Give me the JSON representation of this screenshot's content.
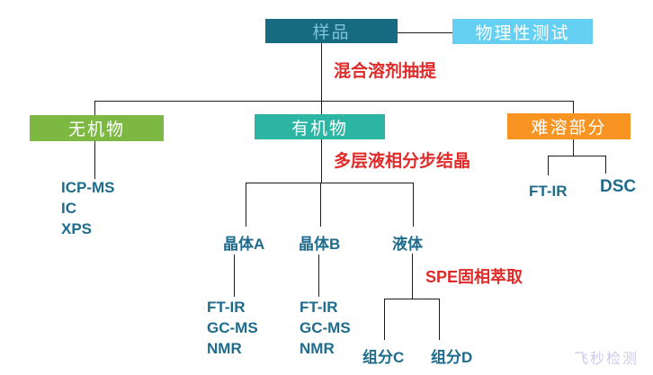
{
  "diagram": {
    "nodes": {
      "sample": "样品",
      "physical_test": "物理性测试",
      "inorganic": "无机物",
      "organic": "有机物",
      "insoluble": "难溶部分",
      "crystal_a": "晶体A",
      "crystal_b": "晶体B",
      "liquid": "液体",
      "component_c": "组分C",
      "component_d": "组分D"
    },
    "process_annotations": {
      "extraction": "混合溶剂抽提",
      "crystallization": "多层液相分步结晶",
      "spe": "SPE固相萃取"
    },
    "methods": {
      "inorganic": [
        "ICP-MS",
        "IC",
        "XPS"
      ],
      "crystal_a": [
        "FT-IR",
        "GC-MS",
        "NMR"
      ],
      "crystal_b": [
        "FT-IR",
        "GC-MS",
        "NMR"
      ],
      "insoluble": [
        "FT-IR",
        "DSC"
      ]
    },
    "watermark": "飞秒检测",
    "colors": {
      "sample_box": "#176b81",
      "physical_box": "#66d0f2",
      "inorganic_box": "#7db843",
      "organic_box": "#2cb5a3",
      "insoluble_box": "#f79422",
      "annotation_red": "#e02b2b",
      "label_teal": "#1e6b8c",
      "line": "#1c1c1c",
      "watermark": "#cfc9e9"
    }
  }
}
